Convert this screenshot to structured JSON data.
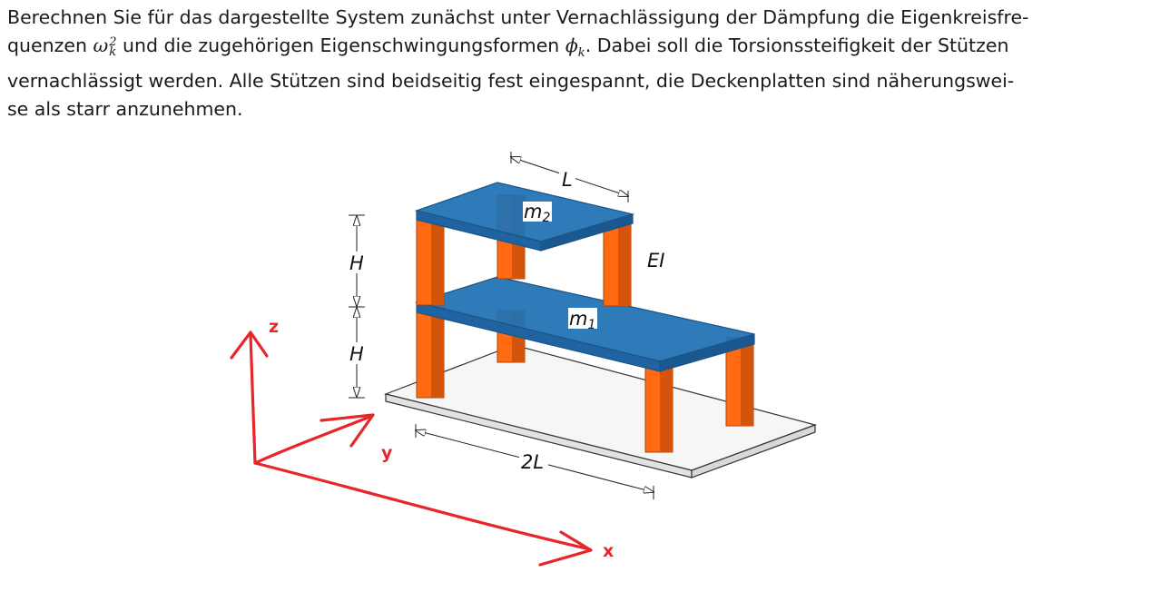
{
  "problem": {
    "line1": "Berechnen Sie für das dargestellte System zunächst unter Vernachlässigung der Dämpfung die Eigenkreisfre-",
    "line2_a": "quenzen ",
    "omega": "ω",
    "omega_sup": "2",
    "omega_sub": "k",
    "line2_b": " und die zugehörigen Eigenschwingungsformen ",
    "phi": "ϕ",
    "phi_sub": "k",
    "line2_c": ". Dabei soll die Torsionssteifigkeit der Stützen",
    "line3": "vernachlässigt werden. Alle Stützen sind beidseitig fest eingespannt, die Deckenplatten sind näherungswei-",
    "line4": "se als starr anzunehmen."
  },
  "figure": {
    "labels": {
      "top_length": "L",
      "bottom_length": "2L",
      "height_upper": "H",
      "height_lower": "H",
      "stiffness": "EI",
      "mass_upper": "m",
      "mass_upper_sub": "2",
      "mass_lower": "m",
      "mass_lower_sub": "1"
    },
    "axes": {
      "z": "z",
      "y": "y",
      "x": "x"
    },
    "colors": {
      "plate": "#2272b4",
      "plate_edge": "#1a5488",
      "column": "#ff6a13",
      "column_edge": "#a9410a",
      "base": "#f6f6f6",
      "axis_annotation": "#e8262a"
    }
  }
}
